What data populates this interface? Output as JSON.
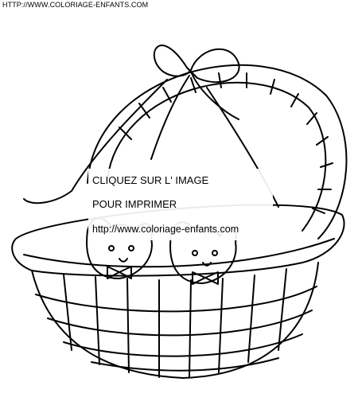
{
  "header": {
    "site_url": "HTTP://WWW.COLORIAGE-ENFANTS.COM"
  },
  "image": {
    "subject": "basket-with-kittens",
    "icon": "coloring-page-image"
  },
  "overlay": {
    "line1": "CLIQUEZ SUR L' IMAGE",
    "line2": "POUR IMPRIMER",
    "line3": "http://www.coloriage-enfants.com"
  },
  "colors": {
    "ink": "#000000",
    "paper": "#ffffff"
  }
}
